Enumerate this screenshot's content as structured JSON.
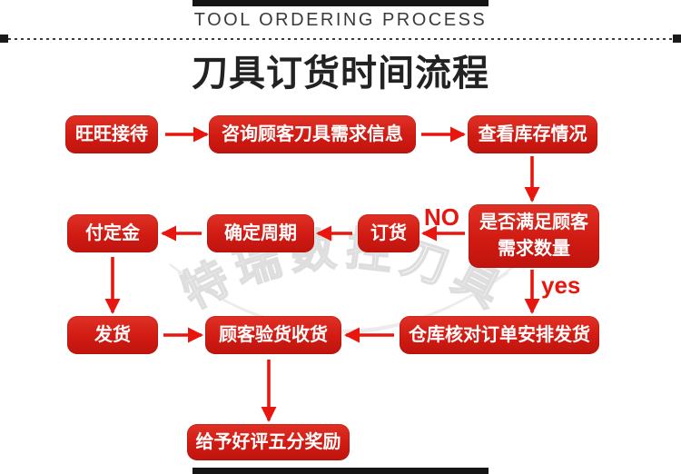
{
  "header": {
    "en_title": "TOOL ORDERING PROCESS",
    "cn_title": "刀具订货时间流程"
  },
  "watermark": {
    "text": "特瑞数控刀具"
  },
  "flow": {
    "nodes": [
      {
        "id": "wangwang-reception",
        "label": "旺旺接待"
      },
      {
        "id": "inquiry-needs",
        "label": "咨询顾客刀具需求信息"
      },
      {
        "id": "check-stock",
        "label": "查看库存情况"
      },
      {
        "id": "decision-stock",
        "lines": [
          "是否满足顾客",
          "需求数量"
        ]
      },
      {
        "id": "place-order",
        "label": "订货"
      },
      {
        "id": "confirm-cycle",
        "label": "确定周期"
      },
      {
        "id": "pay-deposit",
        "label": "付定金"
      },
      {
        "id": "ship-goods",
        "label": "发货"
      },
      {
        "id": "customer-inspect",
        "label": "顾客验货收货"
      },
      {
        "id": "warehouse-arrange",
        "label": "仓库核对订单安排发货"
      },
      {
        "id": "good-review-reward",
        "label": "给予好评五分奖励"
      }
    ],
    "edge_labels": {
      "no": "NO",
      "yes": "yes"
    }
  },
  "colors": {
    "box_red": "#d01b13",
    "arrow_red": "#e8160e",
    "bar_black": "#151515",
    "title_black": "#222222",
    "watermark_gray": "#e2e2e2"
  }
}
